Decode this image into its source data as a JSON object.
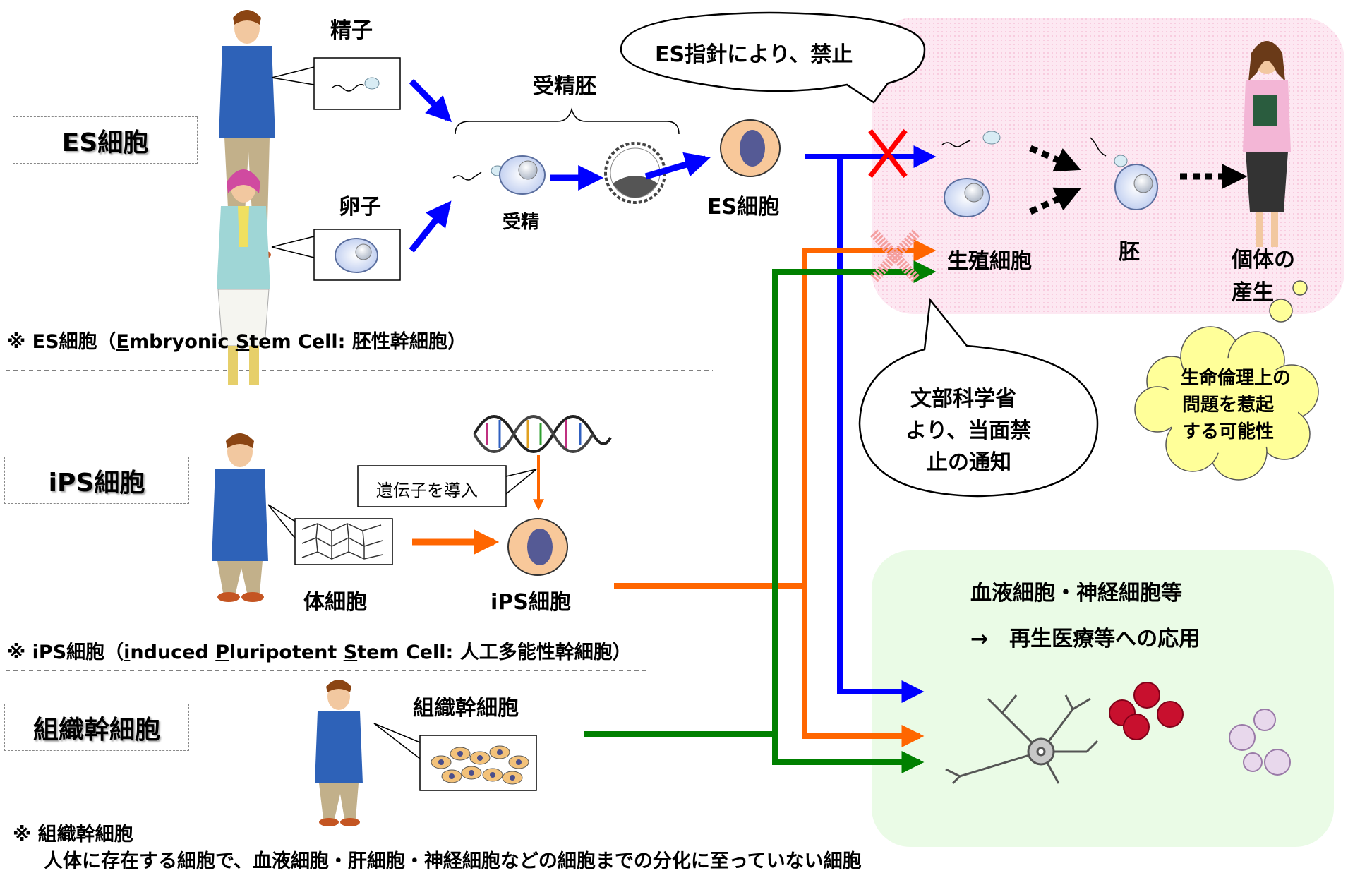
{
  "sections": {
    "es": {
      "label": "ES細胞",
      "note_prefix": "※ ES細胞（",
      "note_e": "E",
      "note_mid1": "mbryonic ",
      "note_s": "S",
      "note_end": "tem Cell: 胚性幹細胞）"
    },
    "ips": {
      "label": "iPS細胞",
      "note_prefix": "※ iPS細胞（",
      "note_i": "i",
      "note_mid1": "nduced ",
      "note_p": "P",
      "note_mid2": "luripotent ",
      "note_s": "S",
      "note_end": "tem Cell: 人工多能性幹細胞）"
    },
    "tissue": {
      "label": "組織幹細胞",
      "note_line1": "※ 組織幹細胞",
      "note_line2": "人体に存在する細胞で、血液細胞・肝細胞・神経細胞などの細胞までの分化に至っていない細胞"
    }
  },
  "labels": {
    "sperm": "精子",
    "egg": "卵子",
    "fertilized_embryo": "受精胚",
    "fertilization": "受精",
    "es_cell": "ES細胞",
    "germ_cell": "生殖細胞",
    "embryo": "胚",
    "individual_line1": "個体の",
    "individual_line2": "産生",
    "gene_intro": "遺伝子を導入",
    "somatic_cell": "体細胞",
    "ips_cell": "iPS細胞",
    "tissue_stem": "組織幹細胞",
    "blood_nerve": "血液細胞・神経細胞等",
    "regen": "→　再生医療等への応用"
  },
  "callouts": {
    "es_guideline": "ES指針により、禁止",
    "mext_line1": "文部科学省",
    "mext_line2": "より、当面禁",
    "mext_line3": "止の通知",
    "ethics_line1": "生命倫理上の",
    "ethics_line2": "問題を惹起",
    "ethics_line3": "する可能性"
  },
  "colors": {
    "blue": "#0000ff",
    "orange": "#ff6600",
    "green": "#008000",
    "pink_zone": "#fde6f0",
    "green_zone": "#eafbe6",
    "cloud": "#ffff99"
  }
}
